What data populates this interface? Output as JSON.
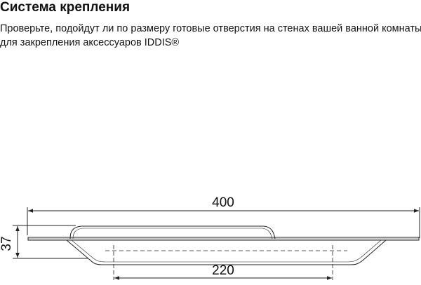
{
  "heading": {
    "title": "Система крепления",
    "description_line1": "Проверьте, подойдут ли по размеру готовые отверстия на стенах вашей ванной комнаты",
    "description_line2": "для закрепления аксессуаров IDDIS®"
  },
  "dimensions": {
    "overall_width": "400",
    "height": "37",
    "hole_spacing": "220"
  },
  "colors": {
    "line": "#222222",
    "background": "#ffffff"
  }
}
